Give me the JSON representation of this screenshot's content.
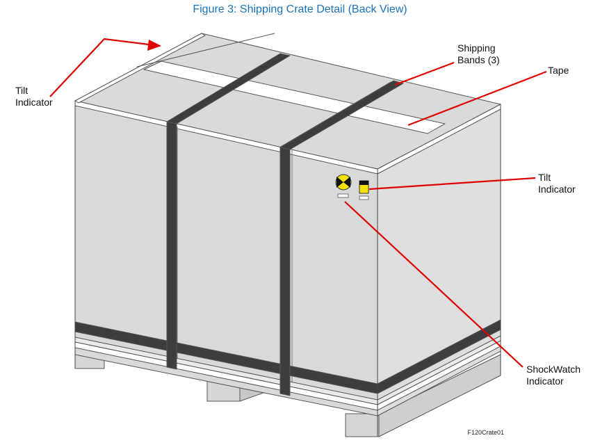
{
  "title": "Figure 3: Shipping Crate Detail (Back View)",
  "figure_code": "F120Crate01",
  "colors": {
    "title": "#1a73b8",
    "callout_line": "#e00000",
    "crate_fill": "#d9d9d9",
    "crate_top": "#dadada",
    "band": "#3d3d3d",
    "tape": "#ffffff",
    "shockwatch_yellow": "#f4e20a",
    "tilt_yellow": "#f4e20a"
  },
  "callouts": {
    "tilt_top": {
      "line1": "Tilt",
      "line2": "Indicator"
    },
    "shipping_bands": {
      "line1": "Shipping",
      "line2": "Bands (3)"
    },
    "tape": {
      "line1": "Tape"
    },
    "tilt_side": {
      "line1": "Tilt",
      "line2": "Indicator"
    },
    "shockwatch": {
      "line1": "ShockWatch",
      "line2": "Indicator"
    }
  },
  "icons": {
    "shockwatch": "shockwatch-indicator-icon",
    "tilt": "tilt-indicator-icon"
  }
}
